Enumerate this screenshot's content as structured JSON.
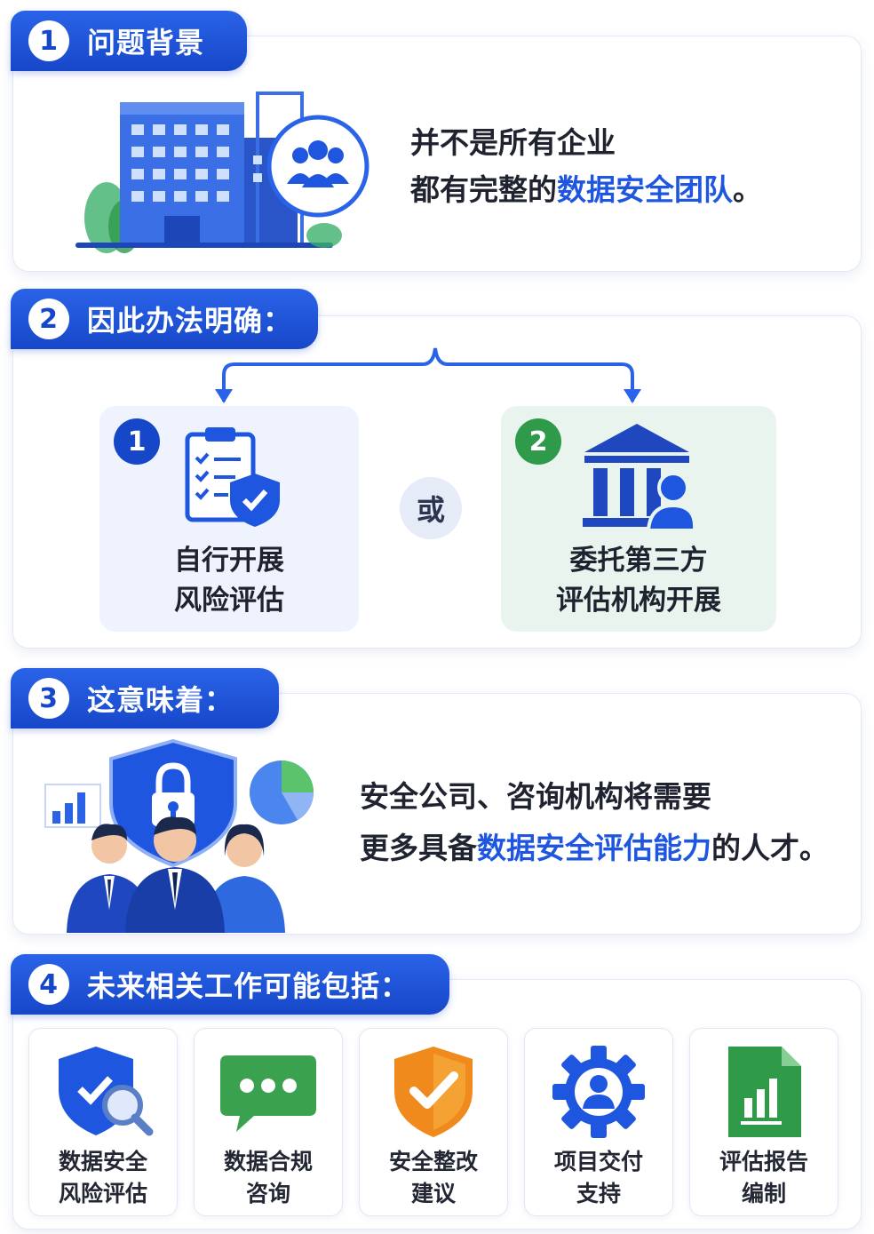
{
  "section1": {
    "number": "1",
    "title": "问题背景",
    "line1": "并不是所有企业",
    "line2_prefix": "都有完整的",
    "line2_highlight": "数据安全团队",
    "line2_suffix": "。"
  },
  "section2": {
    "number": "2",
    "title": "因此办法明确：",
    "option1": {
      "number": "1",
      "line1": "自行开展",
      "line2": "风险评估",
      "icon": "checklist-shield-icon"
    },
    "or_label": "或",
    "option2": {
      "number": "2",
      "line1": "委托第三方",
      "line2": "评估机构开展",
      "icon": "institution-person-icon"
    }
  },
  "section3": {
    "number": "3",
    "title": "这意味着：",
    "line1": "安全公司、咨询机构将需要",
    "line2_prefix": "更多具备",
    "line2_highlight": "数据安全评估能力",
    "line2_suffix": "的人才。"
  },
  "section4": {
    "number": "4",
    "title": "未来相关工作可能包括：",
    "items": [
      {
        "line1": "数据安全",
        "line2": "风险评估",
        "icon": "shield-search-icon"
      },
      {
        "line1": "数据合规",
        "line2": "咨询",
        "icon": "chat-bubble-icon"
      },
      {
        "line1": "安全整改",
        "line2": "建议",
        "icon": "orange-shield-check-icon"
      },
      {
        "line1": "项目交付",
        "line2": "支持",
        "icon": "gear-person-icon"
      },
      {
        "line1": "评估报告",
        "line2": "编制",
        "icon": "report-chart-icon"
      }
    ]
  },
  "colors": {
    "primary": "#1f56e0",
    "tab": "#1747c9",
    "green": "#2e9a4a",
    "orange": "#f08a1c"
  }
}
